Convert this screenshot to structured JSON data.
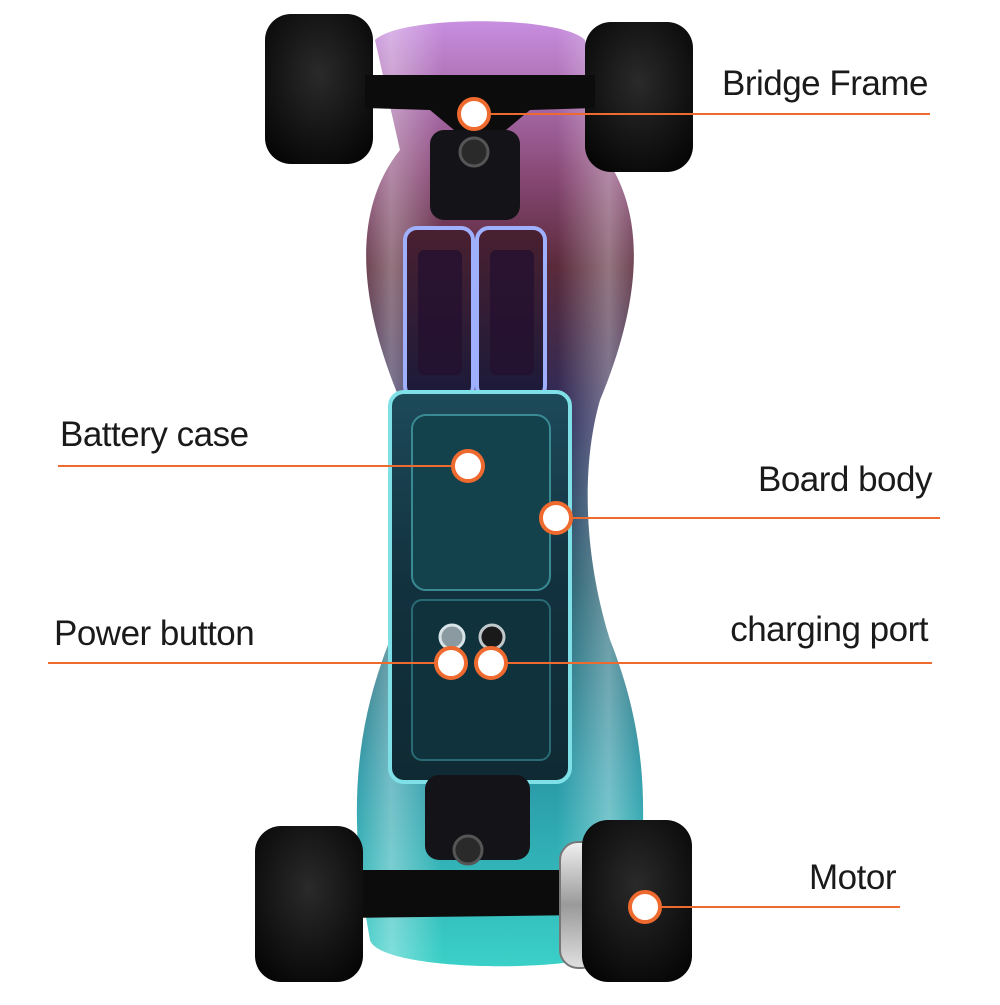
{
  "diagram": {
    "title": "",
    "accent_color": "#ef6a2e",
    "board_colors": [
      "#c88ee0",
      "#7a3a4a",
      "#3a2a6a",
      "#1f6f7a",
      "#36c7c4"
    ],
    "wheel_color": "#0d0d0d",
    "labels": [
      {
        "id": "bridge-frame",
        "text": "Bridge Frame"
      },
      {
        "id": "battery-case",
        "text": "Battery case"
      },
      {
        "id": "board-body",
        "text": "Board body"
      },
      {
        "id": "power-button",
        "text": "Power button"
      },
      {
        "id": "charging-port",
        "text": "charging port"
      },
      {
        "id": "motor",
        "text": "Motor"
      }
    ]
  }
}
